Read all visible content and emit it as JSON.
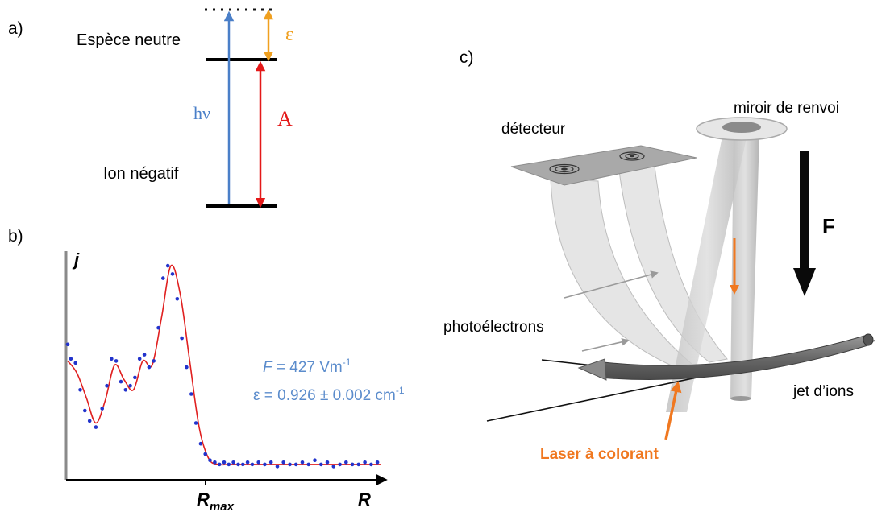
{
  "panel_a": {
    "label": "a)",
    "neutral_label": "Espèce neutre",
    "ion_label": "Ion négatif",
    "photon_label": "hν",
    "affinity_label": "A",
    "epsilon_label": "ε"
  },
  "panel_b": {
    "label": "b)",
    "y_axis_label": "j",
    "x_axis_label": "R",
    "rmax_label": "R",
    "rmax_sub": "max",
    "field_label": "F",
    "field_value": " = 427 Vm",
    "field_exp": "-1",
    "epsilon_label": "ε",
    "epsilon_value": " = 0.926 ± 0.002 cm",
    "epsilon_exp": "-1",
    "colors": {
      "fit": "#e02020",
      "points": "#2233cc",
      "annotation": "#5b8ccc"
    }
  },
  "panel_c": {
    "label": "c)",
    "detector_label": "détecteur",
    "mirror_label": "miroir de renvoi",
    "force_label": "F",
    "photoelectrons_label": "photoélectrons",
    "ion_beam_label": "jet d’ions",
    "laser_label": "Laser à colorant",
    "colors": {
      "laser": "#f07820"
    }
  },
  "chart_data": {
    "type": "scatter",
    "title": "",
    "xlabel": "R",
    "ylabel": "j",
    "series": [
      {
        "x": [
          0.0,
          0.01,
          0.025,
          0.04,
          0.055,
          0.07,
          0.09,
          0.11,
          0.125,
          0.14,
          0.155,
          0.17,
          0.185,
          0.2,
          0.215,
          0.23,
          0.245,
          0.26,
          0.275,
          0.29,
          0.305,
          0.32,
          0.335,
          0.35,
          0.365,
          0.38,
          0.395,
          0.41,
          0.425,
          0.44,
          0.455,
          0.47,
          0.485,
          0.5,
          0.515,
          0.53,
          0.545,
          0.56,
          0.575,
          0.59,
          0.61,
          0.63,
          0.65,
          0.67,
          0.69,
          0.71,
          0.73,
          0.75,
          0.77,
          0.79,
          0.81,
          0.83,
          0.85,
          0.87,
          0.89,
          0.91,
          0.93,
          0.95,
          0.97,
          0.99
        ],
        "y": [
          0.6,
          0.53,
          0.51,
          0.38,
          0.28,
          0.23,
          0.2,
          0.29,
          0.4,
          0.53,
          0.52,
          0.42,
          0.38,
          0.4,
          0.44,
          0.53,
          0.55,
          0.49,
          0.52,
          0.68,
          0.92,
          0.98,
          0.94,
          0.82,
          0.63,
          0.49,
          0.36,
          0.22,
          0.12,
          0.07,
          0.04,
          0.03,
          0.02,
          0.03,
          0.02,
          0.03,
          0.02,
          0.02,
          0.03,
          0.02,
          0.03,
          0.02,
          0.03,
          0.01,
          0.03,
          0.02,
          0.02,
          0.03,
          0.02,
          0.04,
          0.02,
          0.03,
          0.01,
          0.02,
          0.03,
          0.02,
          0.02,
          0.03,
          0.02,
          0.03
        ]
      }
    ],
    "fit_curve": {
      "x": [
        0.0,
        0.03,
        0.06,
        0.09,
        0.12,
        0.15,
        0.18,
        0.21,
        0.24,
        0.27,
        0.3,
        0.33,
        0.36,
        0.39,
        0.42,
        0.45,
        0.48,
        0.52,
        0.6,
        0.7,
        0.8,
        0.9,
        1.0
      ],
      "y": [
        0.52,
        0.46,
        0.34,
        0.22,
        0.33,
        0.5,
        0.43,
        0.38,
        0.52,
        0.5,
        0.73,
        0.98,
        0.84,
        0.52,
        0.2,
        0.05,
        0.02,
        0.02,
        0.02,
        0.02,
        0.02,
        0.02,
        0.02
      ]
    },
    "xlim": [
      0,
      1
    ],
    "ylim": [
      0,
      1
    ],
    "grid": false
  }
}
